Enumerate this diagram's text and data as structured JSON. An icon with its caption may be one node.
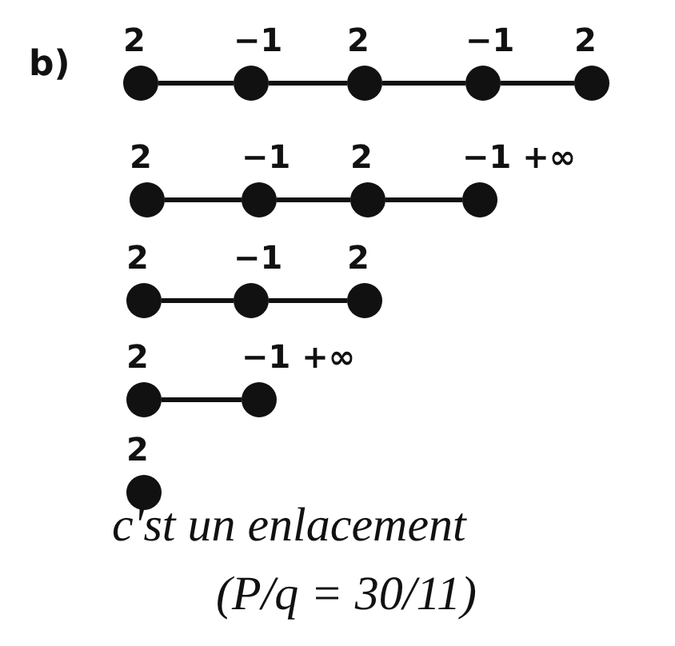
{
  "diagram": {
    "nodes": [
      {
        "text": [
          "2"
        ]
      },
      {
        "text": [
          "−1"
        ]
      },
      {
        "text": [
          "2"
        ]
      },
      {
        "text": [
          "−1"
        ]
      },
      {
        "text": [
          "2"
        ]
      },
      {
        "text": [
          "2"
        ]
      },
      {
        "text": [
          "−1"
        ]
      },
      {
        "text": [
          "2"
        ]
      },
      {
        "text": [
          "−1 +∞"
        ]
      },
      {
        "text": [
          "2"
        ]
      },
      {
        "text": [
          "−1"
        ]
      },
      {
        "text": [
          "2"
        ]
      },
      {
        "text": [
          "2"
        ]
      },
      {
        "text": [
          "−1 +∞"
        ]
      },
      {
        "text": [
          "2"
        ]
      }
    ],
    "edges": [
      {
        "from": 0,
        "to": 1,
        "arrow": "none"
      },
      {
        "from": 1,
        "to": 2,
        "arrow": "none"
      },
      {
        "from": 2,
        "to": 3,
        "arrow": "none"
      },
      {
        "from": 3,
        "to": 4,
        "arrow": "none"
      },
      {
        "from": 5,
        "to": 6,
        "arrow": "none"
      },
      {
        "from": 6,
        "to": 7,
        "arrow": "none"
      },
      {
        "from": 7,
        "to": 8,
        "arrow": "none"
      },
      {
        "from": 9,
        "to": 10,
        "arrow": "none"
      },
      {
        "from": 10,
        "to": 11,
        "arrow": "none"
      },
      {
        "from": 12,
        "to": 13,
        "arrow": "none"
      }
    ],
    "labels": [
      "b)",
      "c'st un enlacement",
      "(P/q = 30/11)"
    ]
  }
}
